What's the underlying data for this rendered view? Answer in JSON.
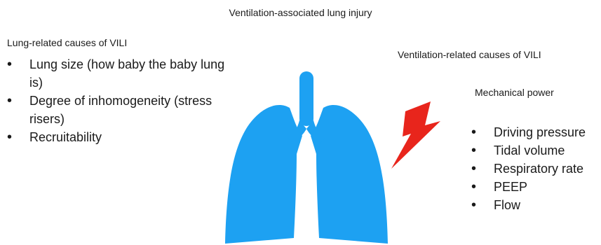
{
  "title": "Ventilation-associated lung injury",
  "left_panel": {
    "heading": "Lung-related causes of VILI",
    "items": [
      "Lung size (how baby the baby lung is)",
      "Degree of inhomogeneity (stress risers)",
      "Recruitability"
    ]
  },
  "right_panel": {
    "heading": "Ventilation-related causes of VILI",
    "subheading": "Mechanical power",
    "items": [
      "Driving pressure",
      "Tidal volume",
      "Respiratory rate",
      "PEEP",
      "Flow"
    ]
  },
  "colors": {
    "lungs": "#1da1f2",
    "bolt": "#e8251c",
    "text": "#1a1a1a"
  },
  "icons": {
    "lungs": "lungs-icon",
    "bolt": "lightning-bolt-icon"
  }
}
